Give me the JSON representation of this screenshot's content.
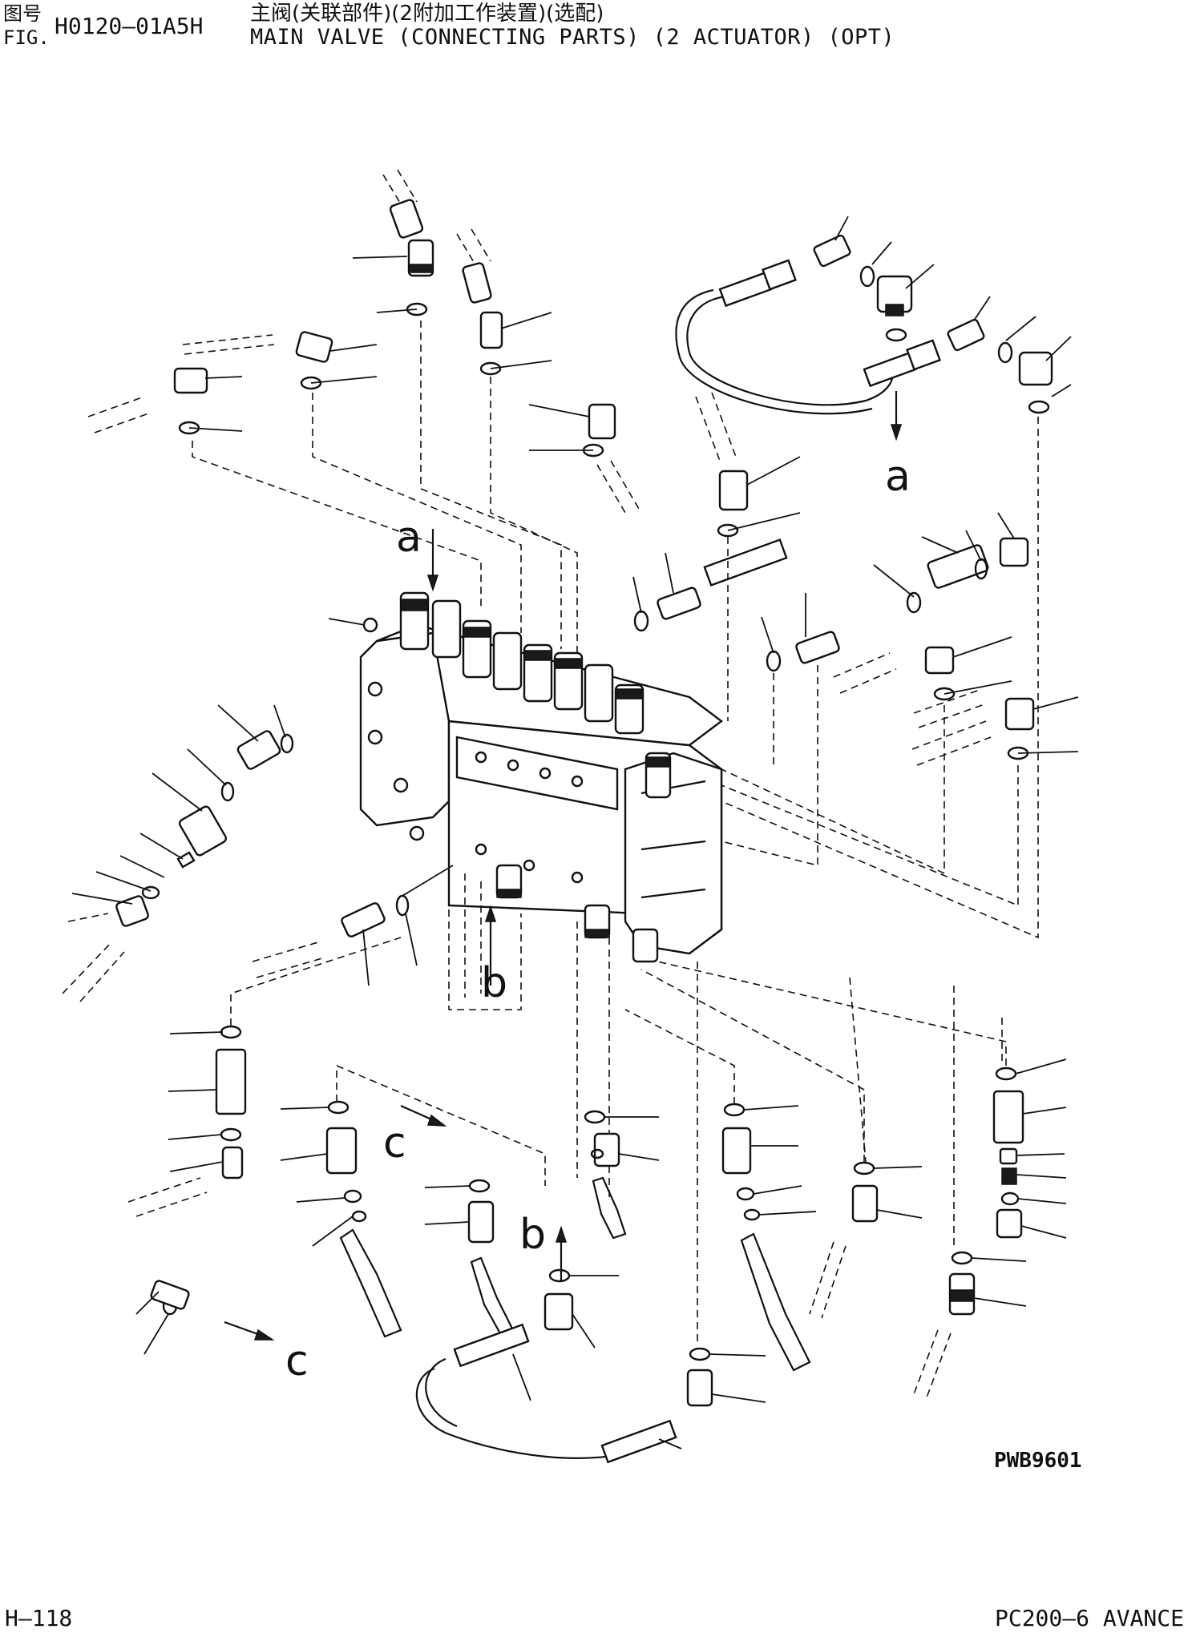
{
  "header": {
    "fig_label_cn": "图号",
    "fig_label_en": "FIG.",
    "fig_number": "H0120—01A5H",
    "title_cn": "主阀(关联部件)(2附加工作装置)(选配)",
    "title_en": "MAIN VALVE (CONNECTING PARTS) (2 ACTUATOR) (OPT)"
  },
  "diagram": {
    "callouts": {
      "a_upper_right": "a",
      "a_left": "a",
      "b_center": "b",
      "b_lower": "b",
      "c_center": "c",
      "c_lower_left": "c"
    },
    "drawing_number": "PWB9601"
  },
  "footer": {
    "page_number": "H—118",
    "model": "PC200—6 AVANCE"
  }
}
